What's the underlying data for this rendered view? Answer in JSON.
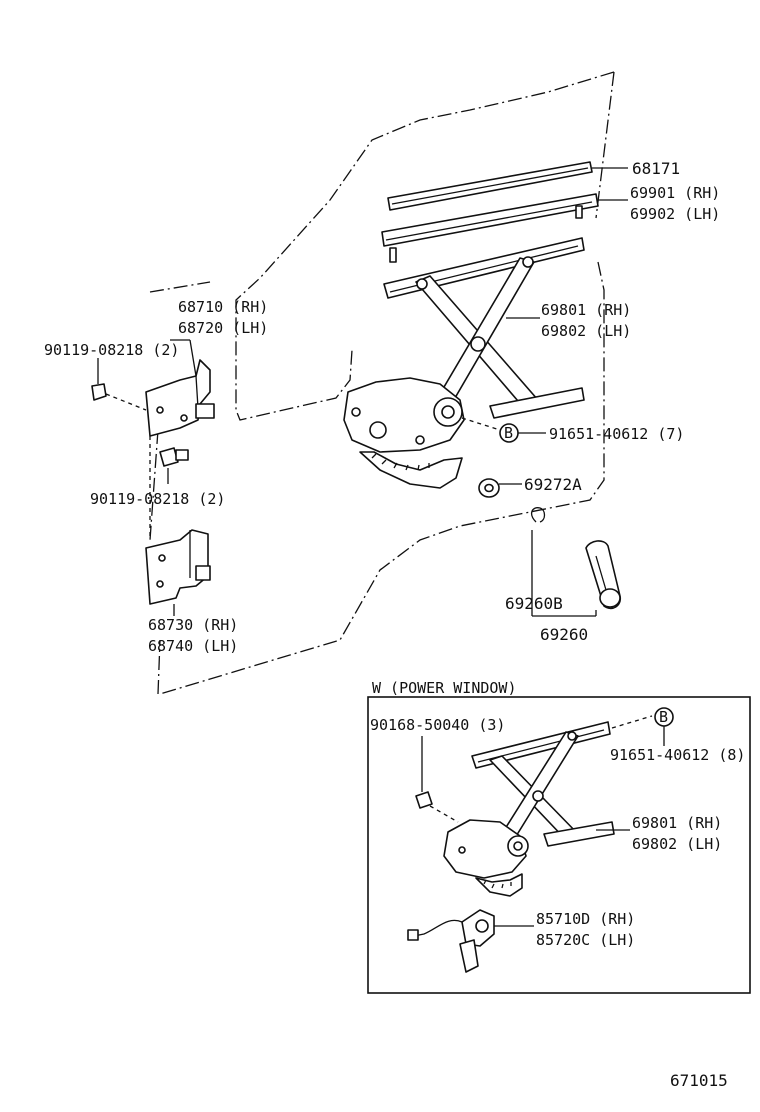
{
  "parts": {
    "glass_run": "68171",
    "channel_rh": "69901 (RH)",
    "channel_lh": "69902 (LH)",
    "upper_hinge_rh": "68710 (RH)",
    "upper_hinge_lh": "68720 (LH)",
    "bolt_top": "90119-08218 (2)",
    "bolt_mid": "90119-08218 (2)",
    "regulator_rh": "69801 (RH)",
    "regulator_lh": "69802 (LH)",
    "circled_b": "B",
    "bolt_b": "91651-40612 (7)",
    "washer": "69272A",
    "handle_clip": "69260B",
    "handle": "69260",
    "lower_hinge_rh": "68730 (RH)",
    "lower_hinge_lh": "68740 (LH)"
  },
  "power_window": {
    "title": "W (POWER  WINDOW)",
    "bolt": "90168-50040 (3)",
    "circled_b": "B",
    "bolt_b": "91651-40612 (8)",
    "regulator_rh": "69801 (RH)",
    "regulator_lh": "69802 (LH)",
    "motor_rh": "85710D (RH)",
    "motor_lh": "85720C (LH)"
  },
  "figure_number": "671015"
}
